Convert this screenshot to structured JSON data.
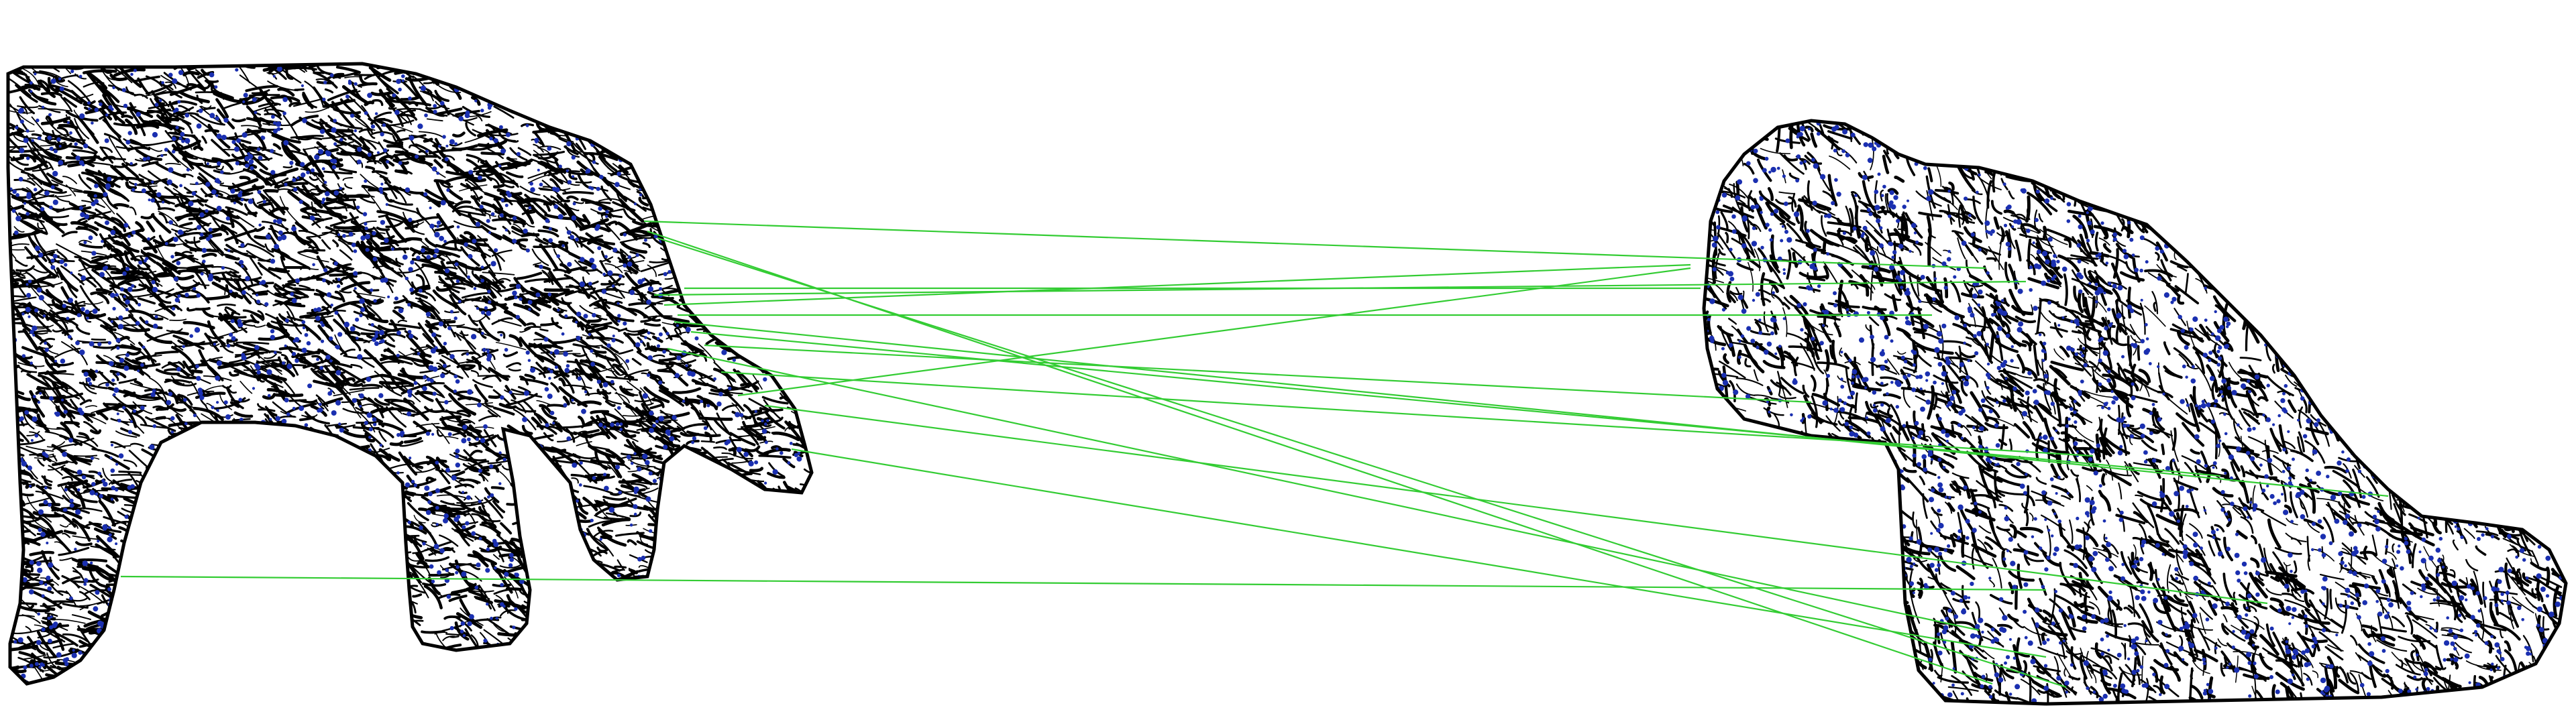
{
  "figure": {
    "kind": "shape-correspondence-matching",
    "background_color": "#ffffff",
    "outline_color": "#000000",
    "texture_color": "#000000",
    "keypoint_color": "#1a2fb0",
    "match_line_color": "#33cc33",
    "left_shape": "animal-silhouette",
    "right_shape": "animal-silhouette",
    "match_count": 16
  }
}
